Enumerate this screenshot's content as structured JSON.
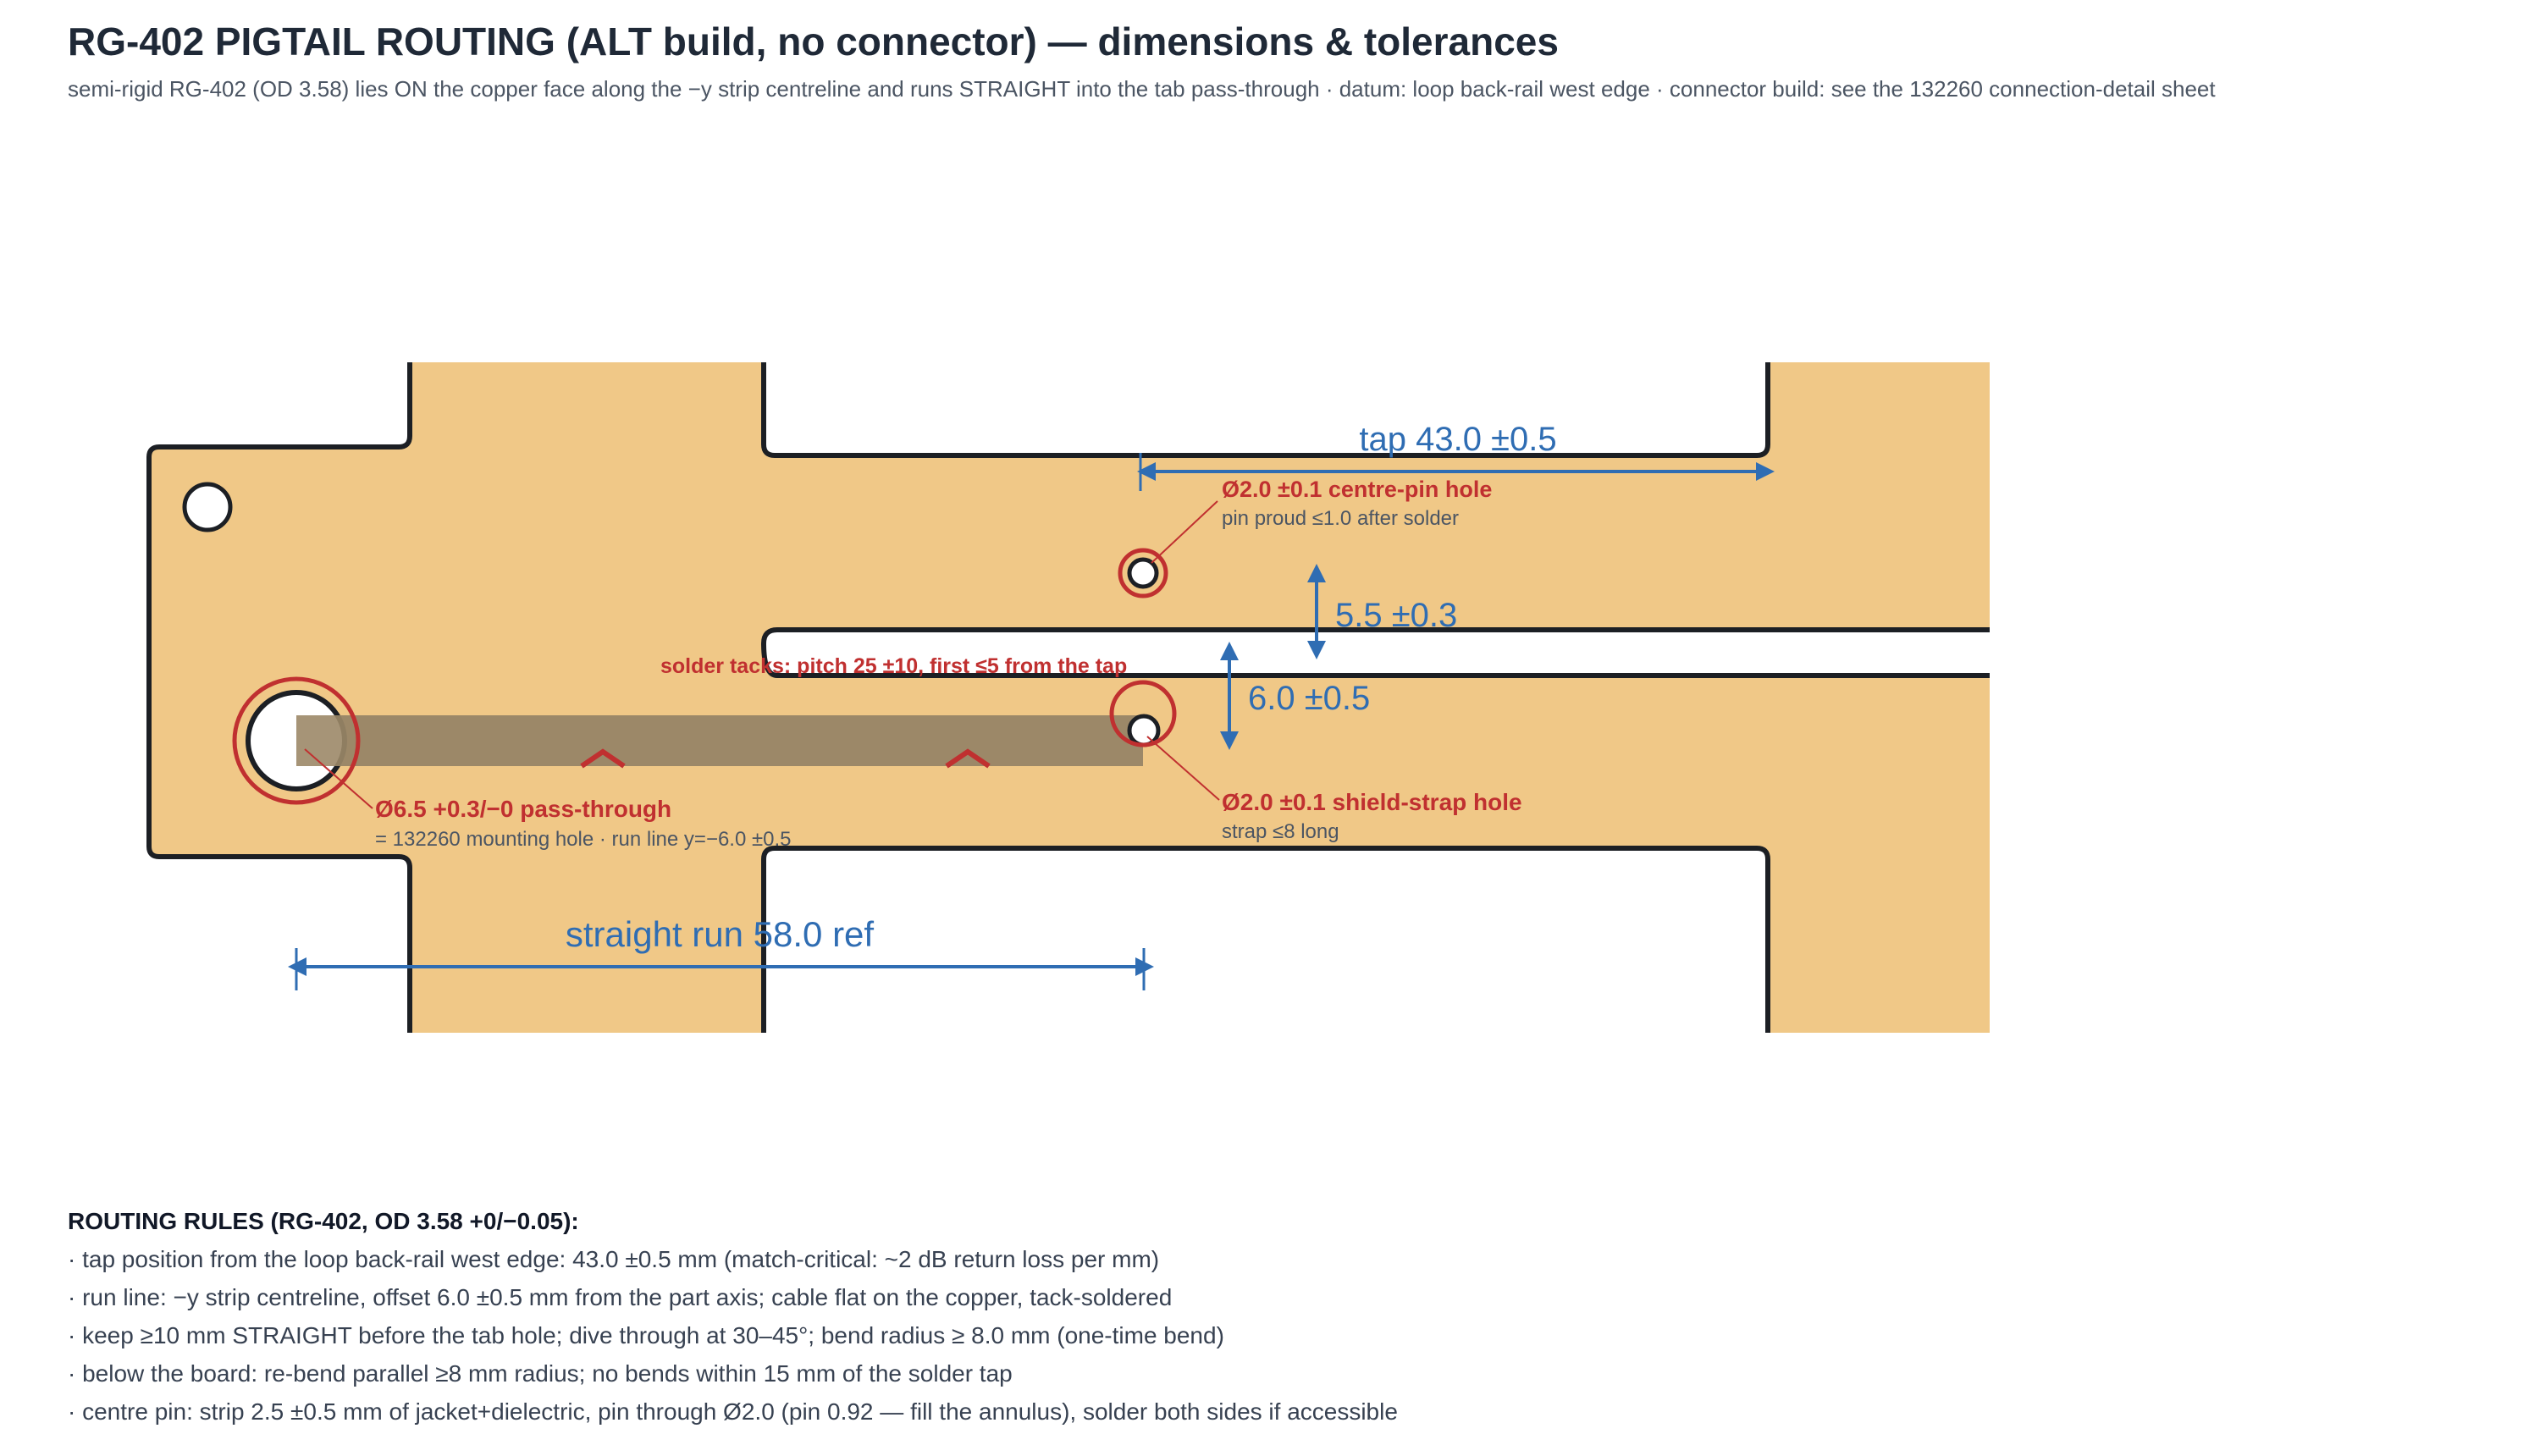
{
  "title": "RG-402 PIGTAIL ROUTING (ALT build, no connector) — dimensions & tolerances",
  "subtitle": "semi-rigid RG-402 (OD 3.58) lies ON the copper face along the −y strip centreline and runs STRAIGHT into the tab pass-through · datum: loop back-rail west edge · connector build: see the 132260 connection-detail sheet",
  "colors": {
    "copper": "#f0c887",
    "outline": "#1c1f24",
    "cable": "#9c8868",
    "dimension": "#2f6db3",
    "callout": "#c03030",
    "note": "#4b5563"
  },
  "dimensions": {
    "tap": "tap 43.0 ±0.5",
    "slot_gap": "5.5 ±0.3",
    "offset": "6.0 ±0.5",
    "straight_run": "straight run 58.0 ref"
  },
  "callouts": {
    "centre_pin_hole": {
      "label": "Ø2.0 ±0.1 centre-pin hole",
      "note": "pin proud ≤1.0 after solder"
    },
    "solder_tacks": {
      "label": "solder tacks: pitch 25 ±10, first ≤5 from the tap"
    },
    "pass_through": {
      "label": "Ø6.5 +0.3/−0 pass-through",
      "note": "= 132260 mounting hole · run line y=−6.0 ±0.5"
    },
    "shield_strap_hole": {
      "label": "Ø2.0 ±0.1 shield-strap hole",
      "note": "strap ≤8 long"
    }
  },
  "rules": {
    "heading": "ROUTING RULES (RG-402, OD 3.58 +0/−0.05):",
    "items": [
      "· tap position from the loop back-rail west edge: 43.0 ±0.5 mm (match-critical: ~2 dB return loss per mm)",
      "· run line: −y strip centreline, offset 6.0 ±0.5 mm from the part axis; cable flat on the copper, tack-soldered",
      "· keep ≥10 mm STRAIGHT before the tab hole; dive through at 30–45°; bend radius ≥ 8.0 mm (one-time bend)",
      "· below the board: re-bend parallel ≥8 mm radius; no bends within 15 mm of the solder tap",
      "· centre pin: strip 2.5 ±0.5 mm of jacket+dielectric, pin through Ø2.0 (pin 0.92 — fill the annulus), solder both sides if accessible"
    ]
  }
}
